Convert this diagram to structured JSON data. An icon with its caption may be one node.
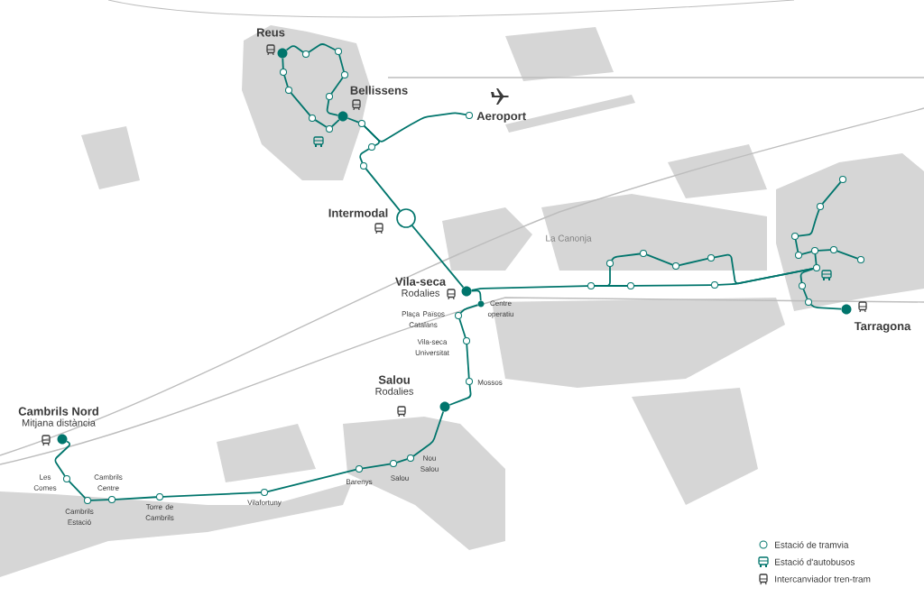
{
  "diagram": {
    "nodes": [
      {
        "text": [
          "Reus"
        ]
      },
      {
        "text": [],
        "shape": "circle"
      },
      {
        "text": [],
        "shape": "circle"
      },
      {
        "text": [],
        "shape": "circle"
      },
      {
        "text": [],
        "shape": "circle"
      },
      {
        "text": [],
        "shape": "circle"
      },
      {
        "text": [],
        "shape": "circle"
      },
      {
        "text": [],
        "shape": "circle"
      },
      {
        "text": [],
        "shape": "circle"
      },
      {
        "text": [
          "Bellissens"
        ]
      },
      {
        "text": [],
        "shape": "circle"
      },
      {
        "text": [
          "Aeroport"
        ]
      },
      {
        "text": [],
        "shape": "circle"
      },
      {
        "text": [],
        "shape": "circle"
      },
      {
        "text": [
          "Intermodal"
        ]
      },
      {
        "text": [
          "Vila-seca",
          "Rodalies"
        ]
      },
      {
        "text": [
          "Centre operatiu"
        ]
      },
      {
        "text": [
          "Plaça Països Catalans"
        ]
      },
      {
        "text": [
          "Vila-seca Universitat"
        ]
      },
      {
        "text": [
          "Mossos"
        ]
      },
      {
        "text": [
          "Salou",
          "Rodalies"
        ]
      },
      {
        "text": [
          "Nou Salou"
        ]
      },
      {
        "text": [
          "Salou"
        ]
      },
      {
        "text": [
          "Barenys"
        ]
      },
      {
        "text": [
          "Vilafortuny"
        ]
      },
      {
        "text": [
          "Torre de Cambrils"
        ]
      },
      {
        "text": [
          "Cambrils Centre"
        ]
      },
      {
        "text": [
          "Cambrils Estació"
        ]
      },
      {
        "text": [
          "Les Comes"
        ]
      },
      {
        "text": [
          "Cambrils Nord",
          "Mitjana distància"
        ]
      },
      {
        "text": [],
        "shape": "circle"
      },
      {
        "text": [],
        "shape": "circle"
      },
      {
        "text": [],
        "shape": "circle"
      },
      {
        "text": [],
        "shape": "circle"
      },
      {
        "text": [],
        "shape": "circle"
      },
      {
        "text": [],
        "shape": "circle"
      },
      {
        "text": [],
        "shape": "circle"
      },
      {
        "text": [],
        "shape": "circle"
      },
      {
        "text": [],
        "shape": "circle"
      },
      {
        "text": [],
        "shape": "circle"
      },
      {
        "text": [],
        "shape": "circle"
      },
      {
        "text": [],
        "shape": "circle"
      },
      {
        "text": [],
        "shape": "circle"
      },
      {
        "text": [],
        "shape": "circle"
      },
      {
        "text": [],
        "shape": "circle"
      },
      {
        "text": [],
        "shape": "circle"
      },
      {
        "text": [],
        "shape": "circle"
      },
      {
        "text": [
          "Tarragona"
        ]
      }
    ],
    "edges": [
      {
        "from": 0,
        "to": 1,
        "arrow": "none"
      },
      {
        "from": 1,
        "to": 2,
        "arrow": "none"
      },
      {
        "from": 2,
        "to": 3,
        "arrow": "none"
      },
      {
        "from": 3,
        "to": 4,
        "arrow": "none"
      },
      {
        "from": 4,
        "to": 9,
        "arrow": "none"
      },
      {
        "from": 0,
        "to": 5,
        "arrow": "none"
      },
      {
        "from": 5,
        "to": 6,
        "arrow": "none"
      },
      {
        "from": 6,
        "to": 7,
        "arrow": "none"
      },
      {
        "from": 7,
        "to": 8,
        "arrow": "none"
      },
      {
        "from": 8,
        "to": 9,
        "arrow": "none"
      },
      {
        "from": 9,
        "to": 10,
        "arrow": "none"
      },
      {
        "from": 10,
        "to": 11,
        "arrow": "none"
      },
      {
        "from": 10,
        "to": 12,
        "arrow": "none"
      },
      {
        "from": 12,
        "to": 13,
        "arrow": "none"
      },
      {
        "from": 13,
        "to": 14,
        "arrow": "none"
      },
      {
        "from": 14,
        "to": 15,
        "arrow": "none"
      },
      {
        "from": 15,
        "to": 16,
        "arrow": "none"
      },
      {
        "from": 16,
        "to": 17,
        "arrow": "none"
      },
      {
        "from": 17,
        "to": 18,
        "arrow": "none"
      },
      {
        "from": 18,
        "to": 19,
        "arrow": "none"
      },
      {
        "from": 19,
        "to": 20,
        "arrow": "none"
      },
      {
        "from": 20,
        "to": 21,
        "arrow": "none"
      },
      {
        "from": 21,
        "to": 22,
        "arrow": "none"
      },
      {
        "from": 22,
        "to": 23,
        "arrow": "none"
      },
      {
        "from": 23,
        "to": 24,
        "arrow": "none"
      },
      {
        "from": 24,
        "to": 25,
        "arrow": "none"
      },
      {
        "from": 25,
        "to": 26,
        "arrow": "none"
      },
      {
        "from": 26,
        "to": 27,
        "arrow": "none"
      },
      {
        "from": 27,
        "to": 28,
        "arrow": "none"
      },
      {
        "from": 28,
        "to": 29,
        "arrow": "none"
      },
      {
        "from": 15,
        "to": 30,
        "arrow": "none"
      },
      {
        "from": 30,
        "to": 31,
        "arrow": "none"
      },
      {
        "from": 30,
        "to": 32,
        "arrow": "none"
      },
      {
        "from": 31,
        "to": 36,
        "arrow": "none"
      },
      {
        "from": 32,
        "to": 33,
        "arrow": "none"
      },
      {
        "from": 33,
        "to": 34,
        "arrow": "none"
      },
      {
        "from": 34,
        "to": 35,
        "arrow": "none"
      },
      {
        "from": 35,
        "to": 37,
        "arrow": "none"
      },
      {
        "from": 36,
        "to": 37,
        "arrow": "none"
      },
      {
        "from": 37,
        "to": 42,
        "arrow": "none"
      },
      {
        "from": 42,
        "to": 38,
        "arrow": "none"
      },
      {
        "from": 38,
        "to": 39,
        "arrow": "none"
      },
      {
        "from": 39,
        "to": 40,
        "arrow": "none"
      },
      {
        "from": 40,
        "to": 41,
        "arrow": "none"
      },
      {
        "from": 42,
        "to": 43,
        "arrow": "none"
      },
      {
        "from": 43,
        "to": 44,
        "arrow": "none"
      },
      {
        "from": 37,
        "to": 45,
        "arrow": "none"
      },
      {
        "from": 45,
        "to": 46,
        "arrow": "none"
      },
      {
        "from": 46,
        "to": 47,
        "arrow": "none"
      }
    ],
    "labels": [
      "La Canonja"
    ],
    "legend": [
      {
        "text": "Estació de tramvia"
      },
      {
        "text": "Estació d'autobusos"
      },
      {
        "text": "Intercanviador tren-tram"
      }
    ]
  }
}
